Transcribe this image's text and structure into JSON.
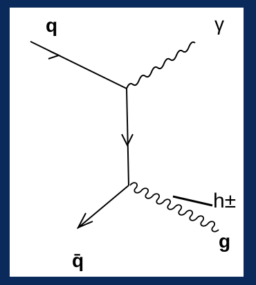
{
  "diagram": {
    "labels": {
      "quark": "q",
      "photon": "γ",
      "antiquark": "q̄",
      "gluon": "g",
      "annotation": "h±"
    }
  }
}
